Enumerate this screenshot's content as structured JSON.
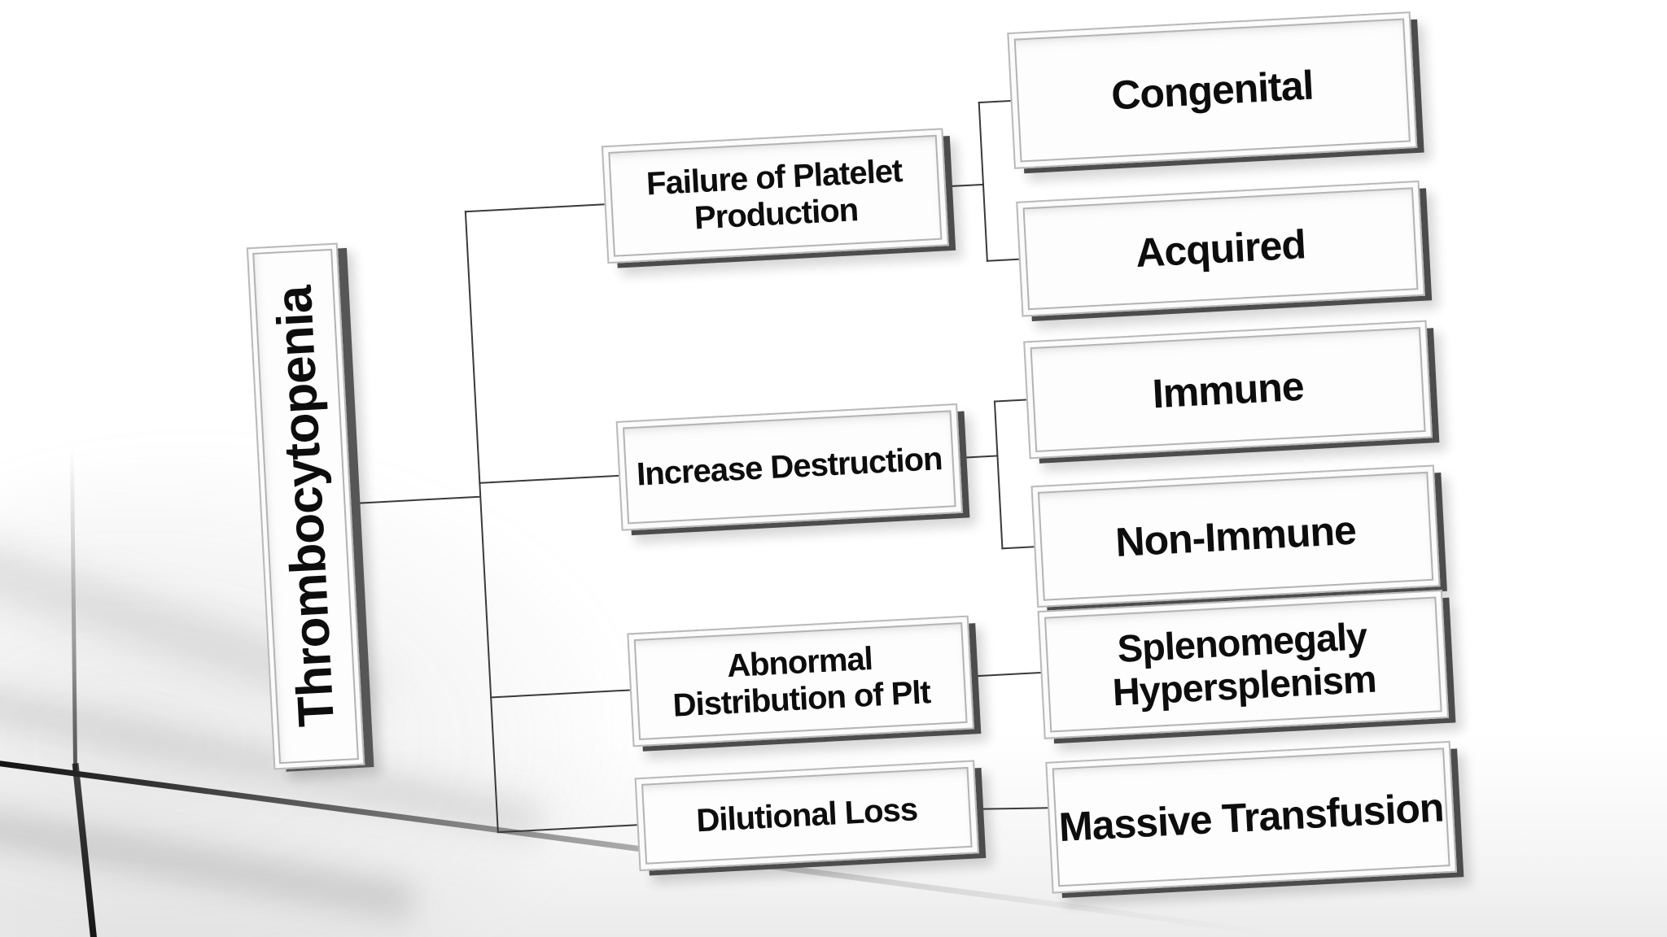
{
  "figure": {
    "type": "hierarchy-diagram",
    "orientation": "left-to-right"
  },
  "nodes": {
    "root": {
      "label": "Thrombocytopenia"
    },
    "failure": {
      "label": "Failure of Platelet Production"
    },
    "congenital": {
      "label": "Congenital"
    },
    "acquired": {
      "label": "Acquired"
    },
    "increase": {
      "label": "Increase Destruction"
    },
    "immune": {
      "label": "Immune"
    },
    "nonimmune": {
      "label": "Non-Immune"
    },
    "abnormal": {
      "label": "Abnormal Distribution of Plt"
    },
    "splenomegaly": {
      "label": "Splenomegaly Hypersplenism"
    },
    "dilutional": {
      "label": "Dilutional Loss"
    },
    "massive": {
      "label": "Massive Transfusion"
    }
  },
  "hierarchy": {
    "root": "Thrombocytopenia",
    "branches": [
      {
        "parent": "Failure of Platelet Production",
        "children": [
          "Congenital",
          "Acquired"
        ]
      },
      {
        "parent": "Increase Destruction",
        "children": [
          "Immune",
          "Non-Immune"
        ]
      },
      {
        "parent": "Abnormal Distribution of Plt",
        "children": [
          "Splenomegaly Hypersplenism"
        ]
      },
      {
        "parent": "Dilutional Loss",
        "children": [
          "Massive Transfusion"
        ]
      }
    ]
  },
  "colors": {
    "box_fill": "#fdfdfd",
    "box_border": "#b3b3b3",
    "box_side_shade": "#4c4c4c",
    "connector_line": "#3a3a3a",
    "text": "#0d0d0d",
    "background": "#ffffff"
  }
}
